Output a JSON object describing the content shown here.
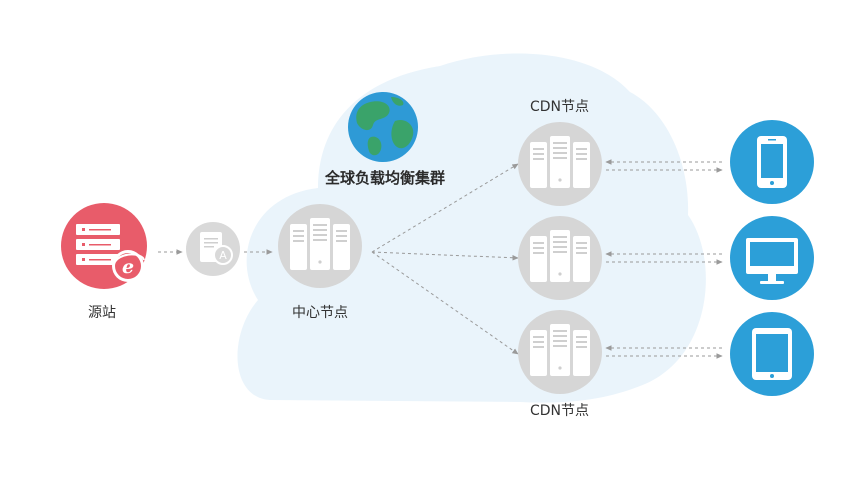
{
  "labels": {
    "origin": "源站",
    "center_node": "中心节点",
    "cluster": "全球负载均衡集群",
    "cdn_top": "CDN节点",
    "cdn_bottom": "CDN节点"
  },
  "icons": {
    "origin": "server-with-ie-icon",
    "dns": "dns-document-icon",
    "center": "server-rack-icon",
    "cdn": "server-rack-icon",
    "globe": "globe-icon",
    "phone": "smartphone-icon",
    "monitor": "monitor-icon",
    "tablet": "tablet-icon"
  },
  "colors": {
    "cloud": "#eaf4fb",
    "origin": "#e85c6a",
    "server_grey": "#d6d6d6",
    "device_blue": "#2c9fd8",
    "globe_ocean": "#2e9ad6",
    "globe_land": "#3aa36a",
    "arrow": "#9a9a9a"
  }
}
